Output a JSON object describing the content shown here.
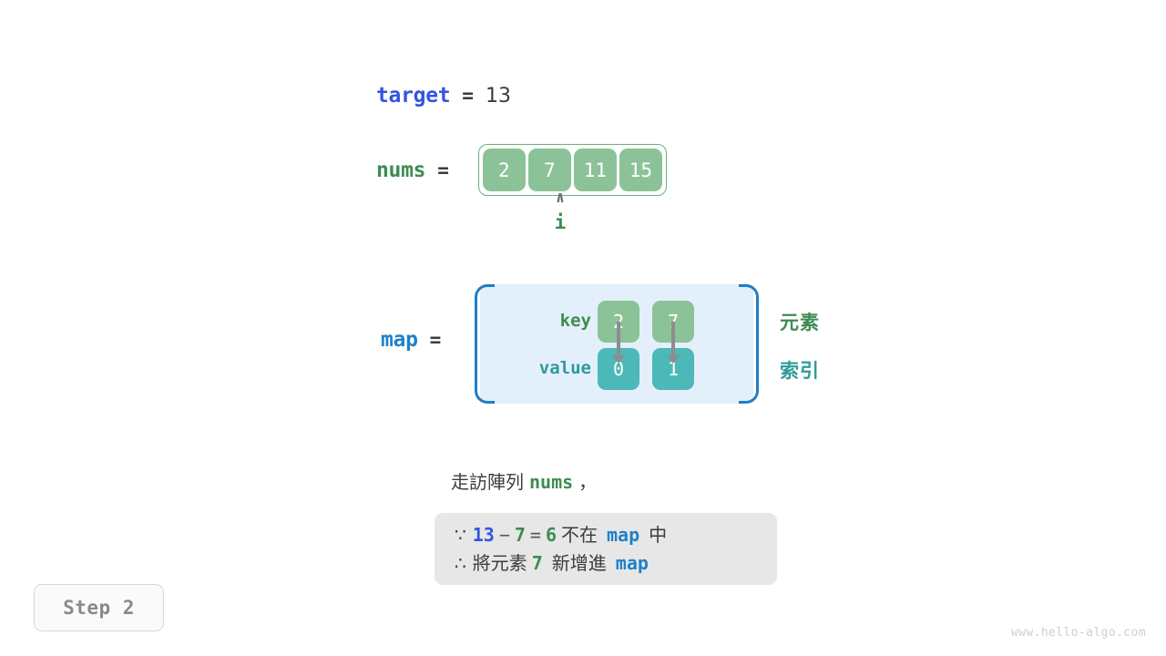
{
  "target": {
    "var_label": "target",
    "equals": "=",
    "value": "13"
  },
  "nums": {
    "var_label": "nums",
    "equals": "=",
    "cells": [
      "2",
      "7",
      "11",
      "15"
    ]
  },
  "pointer": {
    "caret": "∧",
    "label": "i",
    "points_to_index": 1
  },
  "map": {
    "var_label": "map",
    "equals": "=",
    "key_row_label": "key",
    "value_row_label": "value",
    "entries": [
      {
        "key": "2",
        "value": "0"
      },
      {
        "key": "7",
        "value": "1"
      }
    ],
    "side_notes": {
      "key_note": "元素",
      "value_note": "索引"
    }
  },
  "description": {
    "heading_prefix": "走訪陣列",
    "heading_keyword": "nums",
    "heading_suffix": "，",
    "line1": {
      "symbol": "∵",
      "minuend": "13",
      "operator_minus": "−",
      "subtrahend": "7",
      "operator_equals": "=",
      "result": "6",
      "text_mid": "不在",
      "keyword": "map",
      "text_end": "中"
    },
    "line2": {
      "symbol": "∴",
      "text_start": "將元素",
      "number": "7",
      "text_mid": "新增進",
      "keyword": "map"
    }
  },
  "step_badge": {
    "label": "Step 2"
  },
  "watermark": {
    "text": "www.hello-algo.com"
  },
  "colors": {
    "target_blue": "#3355dd",
    "map_blue": "#2080c8",
    "green": "#3d8c51",
    "teal": "#2f9a9a",
    "cell_green": "#8cc298",
    "cell_teal": "#4cb8b8",
    "box_gray": "#e7e7e7",
    "map_fill": "#e3f0fb",
    "bracket_blue": "#1f7ec4"
  }
}
